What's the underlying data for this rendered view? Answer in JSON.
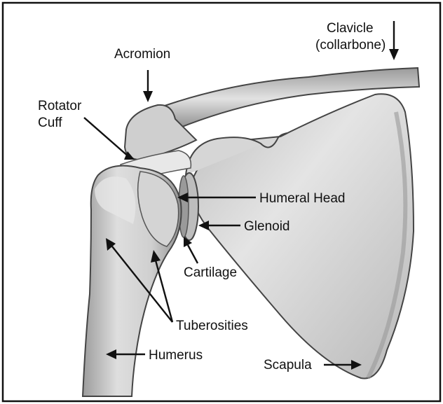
{
  "labels": {
    "clavicle_line1": "Clavicle",
    "clavicle_line2": "(collarbone)",
    "acromion": "Acromion",
    "rotator_cuff_line1": "Rotator",
    "rotator_cuff_line2": "Cuff",
    "humeral_head": "Humeral Head",
    "glenoid": "Glenoid",
    "cartilage": "Cartilage",
    "tuberosities": "Tuberosities",
    "humerus": "Humerus",
    "scapula": "Scapula"
  }
}
